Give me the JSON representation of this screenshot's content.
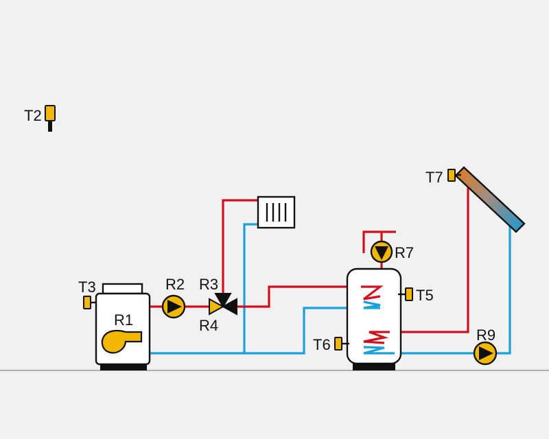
{
  "labels": {
    "t2": "T2",
    "t3": "T3",
    "r1": "R1",
    "r2": "R2",
    "r3": "R3",
    "r4": "R4",
    "t5": "T5",
    "t6": "T6",
    "r7": "R7",
    "t7": "T7",
    "r9": "R9"
  },
  "colors": {
    "supply": "#d0101c",
    "return": "#1aa0dc",
    "component": "#f2b800",
    "background": "#f1f1f1",
    "ground": "#9a9a9a"
  }
}
